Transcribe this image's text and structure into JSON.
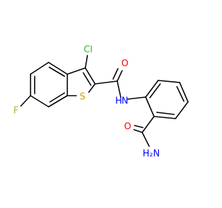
{
  "atoms": {
    "cl": {
      "label": "Cl",
      "color": "#1fbf1f"
    },
    "f": {
      "label": "F",
      "color": "#93c13b"
    },
    "s": {
      "label": "S",
      "color": "#c8a400"
    },
    "o1": {
      "label": "O",
      "color": "#ff0000"
    },
    "o2": {
      "label": "O",
      "color": "#ff0000"
    },
    "nh": {
      "label": "N",
      "color": "#0000ff"
    },
    "h": {
      "label": "H",
      "color": "#0000ff"
    },
    "nh2": {
      "label": "H₂N",
      "color": "#0000ff"
    }
  },
  "bond_color": "#000000",
  "background": "#ffffff"
}
